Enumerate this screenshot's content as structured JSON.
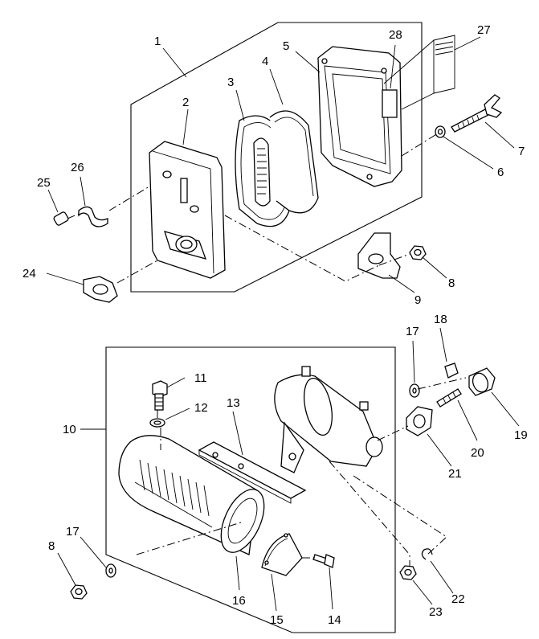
{
  "callouts": [
    "1",
    "2",
    "3",
    "4",
    "5",
    "6",
    "7",
    "8",
    "9",
    "10",
    "11",
    "12",
    "13",
    "14",
    "15",
    "16",
    "17",
    "17",
    "8",
    "18",
    "19",
    "20",
    "21",
    "22",
    "23",
    "24",
    "25",
    "26",
    "27",
    "28"
  ]
}
